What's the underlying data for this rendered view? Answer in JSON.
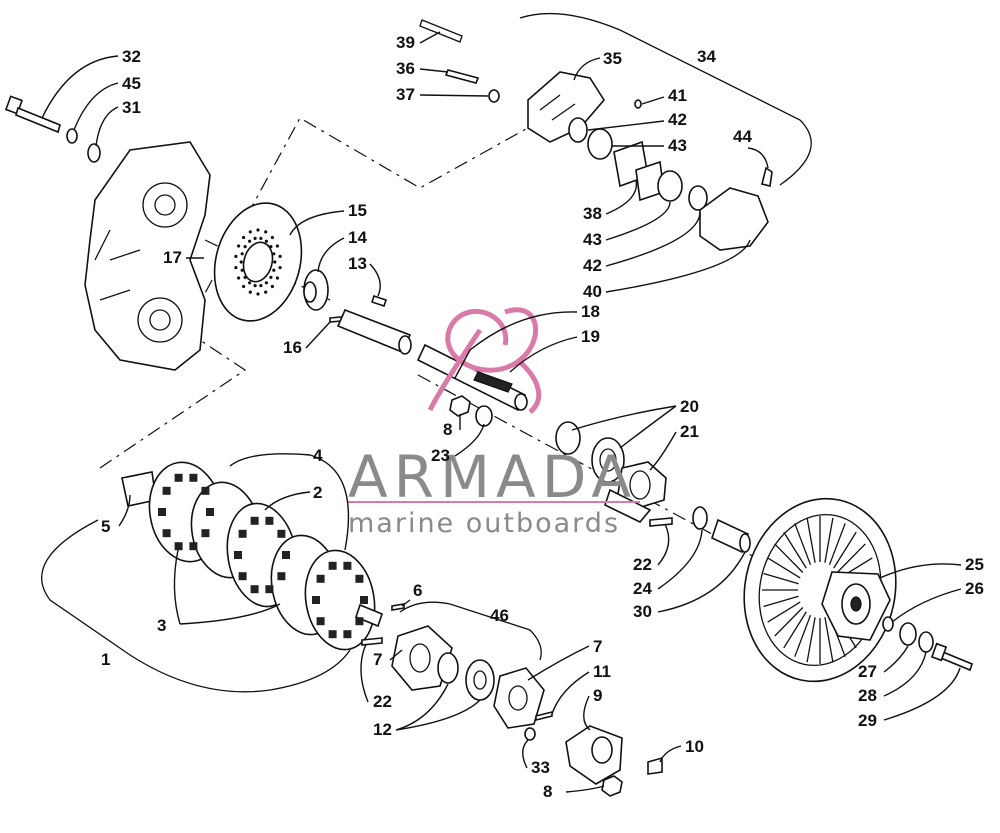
{
  "watermark": {
    "brand": "ARMADA",
    "tagline": "marine outboards",
    "logo_color": "#d97aa8"
  },
  "callouts": [
    {
      "id": "c32",
      "text": "32"
    },
    {
      "id": "c45",
      "text": "45"
    },
    {
      "id": "c31",
      "text": "31"
    },
    {
      "id": "c39",
      "text": "39"
    },
    {
      "id": "c36",
      "text": "36"
    },
    {
      "id": "c37",
      "text": "37"
    },
    {
      "id": "c35",
      "text": "35"
    },
    {
      "id": "c34",
      "text": "34"
    },
    {
      "id": "c41",
      "text": "41"
    },
    {
      "id": "c42a",
      "text": "42"
    },
    {
      "id": "c43a",
      "text": "43"
    },
    {
      "id": "c44",
      "text": "44"
    },
    {
      "id": "c38",
      "text": "38"
    },
    {
      "id": "c43b",
      "text": "43"
    },
    {
      "id": "c42b",
      "text": "42"
    },
    {
      "id": "c40",
      "text": "40"
    },
    {
      "id": "c15",
      "text": "15"
    },
    {
      "id": "c14",
      "text": "14"
    },
    {
      "id": "c17",
      "text": "17"
    },
    {
      "id": "c13",
      "text": "13"
    },
    {
      "id": "c16",
      "text": "16"
    },
    {
      "id": "c18",
      "text": "18"
    },
    {
      "id": "c19",
      "text": "19"
    },
    {
      "id": "c8a",
      "text": "8"
    },
    {
      "id": "c23",
      "text": "23"
    },
    {
      "id": "c20",
      "text": "20"
    },
    {
      "id": "c21",
      "text": "21"
    },
    {
      "id": "c4",
      "text": "4"
    },
    {
      "id": "c2",
      "text": "2"
    },
    {
      "id": "c5",
      "text": "5"
    },
    {
      "id": "c3",
      "text": "3"
    },
    {
      "id": "c1",
      "text": "1"
    },
    {
      "id": "c6",
      "text": "6"
    },
    {
      "id": "c46",
      "text": "46"
    },
    {
      "id": "c7a",
      "text": "7"
    },
    {
      "id": "c7b",
      "text": "7"
    },
    {
      "id": "c22a",
      "text": "22"
    },
    {
      "id": "c12",
      "text": "12"
    },
    {
      "id": "c11",
      "text": "11"
    },
    {
      "id": "c9",
      "text": "9"
    },
    {
      "id": "c10",
      "text": "10"
    },
    {
      "id": "c33",
      "text": "33"
    },
    {
      "id": "c8b",
      "text": "8"
    },
    {
      "id": "c22b",
      "text": "22"
    },
    {
      "id": "c24",
      "text": "24"
    },
    {
      "id": "c30",
      "text": "30"
    },
    {
      "id": "c25",
      "text": "25"
    },
    {
      "id": "c26",
      "text": "26"
    },
    {
      "id": "c27",
      "text": "27"
    },
    {
      "id": "c28",
      "text": "28"
    },
    {
      "id": "c29",
      "text": "29"
    }
  ]
}
